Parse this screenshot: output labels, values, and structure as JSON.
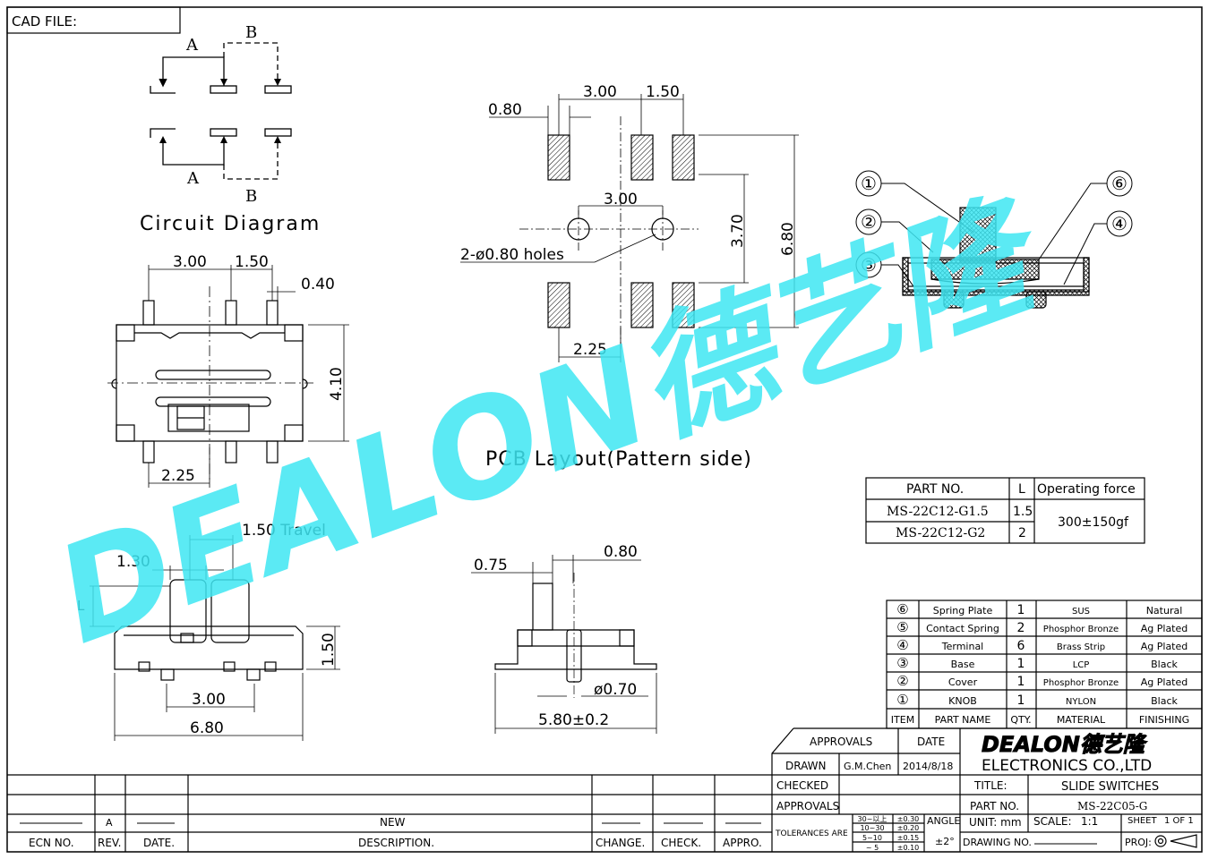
{
  "cad_file_label": "CAD FILE:",
  "circuit": {
    "title": "Circuit Diagram",
    "label_a": "A",
    "label_b": "B"
  },
  "pcb": {
    "title": "PCB Layout(Pattern side)",
    "holes_label": "2-ø0.80 holes",
    "dims": [
      "0.80",
      "3.00",
      "1.50",
      "3.00",
      "3.70",
      "6.80",
      "2.25"
    ]
  },
  "top_view": {
    "dims": [
      "3.00",
      "1.50",
      "0.40",
      "4.10",
      "2.25"
    ]
  },
  "front_view": {
    "travel": "1.50 Travel",
    "d130": "1.30",
    "L": "L",
    "d150": "1.50",
    "d300": "3.00",
    "d680": "6.80"
  },
  "side_view": {
    "d075": "0.75",
    "d080": "0.80",
    "d070": "ø0.70",
    "d580": "5.80±0.2"
  },
  "part_table": {
    "headers": [
      "PART NO.",
      "L",
      "Operating force"
    ],
    "rows": [
      {
        "part": "MS-22C12-G1.5",
        "l": "1.5"
      },
      {
        "part": "MS-22C12-G2",
        "l": "2"
      }
    ],
    "force": "300±150gf"
  },
  "bom": {
    "rows": [
      {
        "item": "⑥",
        "name": "Spring Plate",
        "qty": "1",
        "material": "SUS",
        "finishing": "Natural"
      },
      {
        "item": "⑤",
        "name": "Contact Spring",
        "qty": "2",
        "material": "Phosphor Bronze",
        "finishing": "Ag Plated"
      },
      {
        "item": "④",
        "name": "Terminal",
        "qty": "6",
        "material": "Brass Strip",
        "finishing": "Ag Plated"
      },
      {
        "item": "③",
        "name": "Base",
        "qty": "1",
        "material": "LCP",
        "finishing": "Black"
      },
      {
        "item": "②",
        "name": "Cover",
        "qty": "1",
        "material": "Phosphor Bronze",
        "finishing": "Ag Plated"
      },
      {
        "item": "①",
        "name": "KNOB",
        "qty": "1",
        "material": "NYLON",
        "finishing": "Black"
      }
    ],
    "headers": [
      "ITEM",
      "PART NAME",
      "QTY.",
      "MATERIAL",
      "FINISHING"
    ]
  },
  "callouts": [
    "①",
    "②",
    "③",
    "⑥",
    "④"
  ],
  "title_block": {
    "approvals": "APPROVALS",
    "date": "DATE",
    "drawn": "DRAWN",
    "drawn_by": "G.M.Chen",
    "drawn_date": "2014/8/18",
    "checked": "CHECKED",
    "approvals2": "APPROVALS",
    "company_logo": "DEALON德艺隆",
    "company": "ELECTRONICS CO.,LTD",
    "title_label": "TITLE:",
    "title_value": "SLIDE SWITCHES",
    "part_no_label": "PART NO.",
    "part_no_value": "MS-22C05-G",
    "tolerances": "TOLERANCES ARE",
    "tol_rows": [
      {
        "range": "30~以上",
        "tol": "±0.30"
      },
      {
        "range": "10~30",
        "tol": "±0.20"
      },
      {
        "range": "5~10",
        "tol": "±0.15"
      },
      {
        "range": "~ 5",
        "tol": "±0.10"
      }
    ],
    "angle": "ANGLE",
    "angle_value": "±2°",
    "unit": "UNIT: mm",
    "scale": "SCALE:",
    "scale_value": "1:1",
    "sheet": "SHEET",
    "sheet_value": "1 OF 1",
    "drawing_no": "DRAWING NO.",
    "proj": "PROJ:"
  },
  "revision": {
    "rev": "A",
    "desc": "NEW",
    "headers": [
      "ECN NO.",
      "REV.",
      "DATE.",
      "DESCRIPTION.",
      "CHANGE.",
      "CHECK.",
      "APPRO."
    ]
  },
  "watermark": "DEALON德艺隆"
}
